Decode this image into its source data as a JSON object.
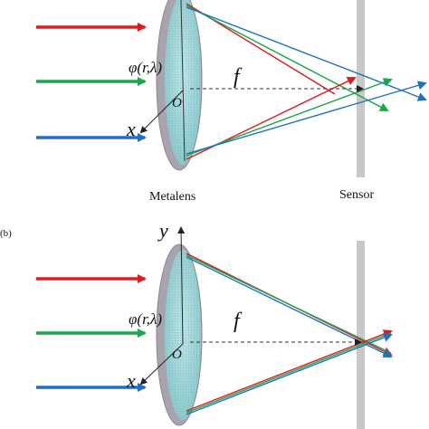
{
  "panel_a": {
    "phase_label": "φ(r,λ)",
    "origin_label": "O",
    "x_axis_label": "x",
    "focal_label": "f",
    "lens_caption": "Metalens",
    "sensor_caption": "Sensor"
  },
  "panel_b": {
    "panel_label": "(b)",
    "phase_label": "φ(r,λ)",
    "origin_label": "O",
    "x_axis_label": "x",
    "y_axis_label": "y",
    "focal_label": "f"
  },
  "colors": {
    "red": "#e01b1b",
    "green": "#1aa64a",
    "blue": "#1f6fc2",
    "lens_face": "#9ed6d8",
    "lens_rim": "#9e9aa6",
    "sensor": "#c8c8c8"
  }
}
